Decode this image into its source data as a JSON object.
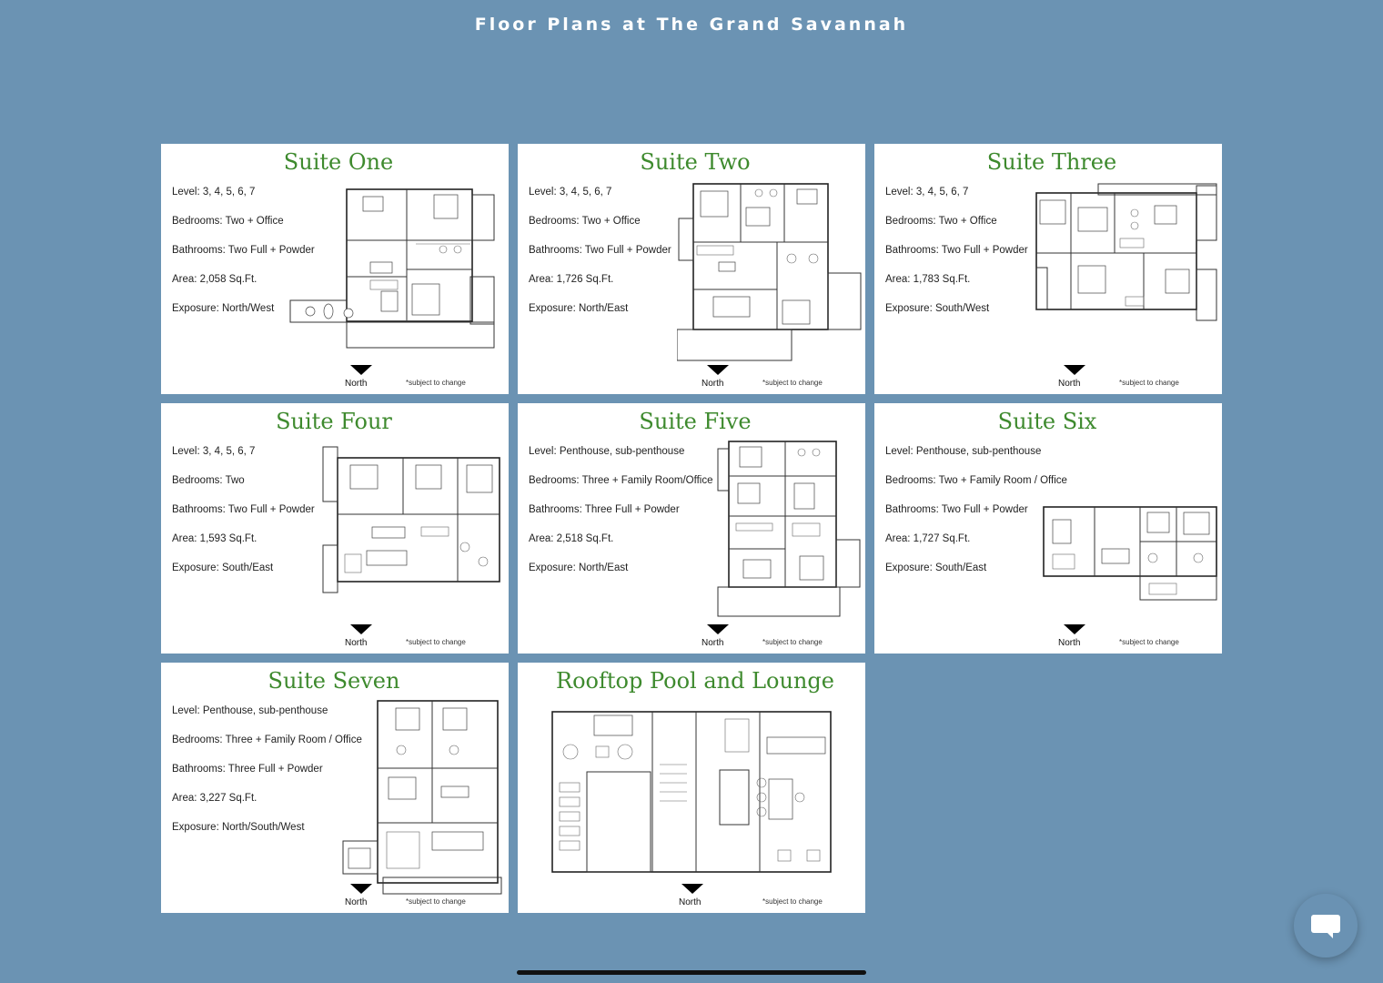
{
  "page": {
    "title": "Floor Plans at The Grand Savannah"
  },
  "colors": {
    "background": "#6b93b3",
    "card": "#ffffff",
    "suite_title": "#3e8a2e"
  },
  "suites": [
    {
      "title": "Suite One",
      "specs": [
        "Level: 3, 4, 5, 6, 7",
        "Bedrooms: Two + Office",
        "Bathrooms: Two Full + Powder",
        "Area: 2,058 Sq.Ft.",
        "Exposure: North/West"
      ],
      "north": "North",
      "note": "*subject to change"
    },
    {
      "title": "Suite Two",
      "specs": [
        "Level: 3, 4, 5, 6, 7",
        "Bedrooms: Two + Office",
        "Bathrooms: Two Full + Powder",
        "Area: 1,726 Sq.Ft.",
        "Exposure: North/East"
      ],
      "north": "North",
      "note": "*subject to change"
    },
    {
      "title": "Suite Three",
      "specs": [
        "Level: 3, 4, 5, 6, 7",
        "Bedrooms: Two + Office",
        "Bathrooms: Two Full + Powder",
        "Area: 1,783 Sq.Ft.",
        "Exposure: South/West"
      ],
      "north": "North",
      "note": "*subject to change"
    },
    {
      "title": "Suite Four",
      "specs": [
        "Level: 3, 4, 5, 6, 7",
        "Bedrooms: Two",
        "Bathrooms: Two Full + Powder",
        "Area: 1,593 Sq.Ft.",
        "Exposure: South/East"
      ],
      "north": "North",
      "note": "*subject to change"
    },
    {
      "title": "Suite Five",
      "specs": [
        "Level: Penthouse, sub-penthouse",
        "Bedrooms: Three + Family Room/Office",
        "Bathrooms: Three Full + Powder",
        "Area: 2,518 Sq.Ft.",
        "Exposure: North/East"
      ],
      "north": "North",
      "note": "*subject to change"
    },
    {
      "title": "Suite Six",
      "specs": [
        "Level: Penthouse, sub-penthouse",
        "Bedrooms: Two + Family Room / Office",
        "Bathrooms: Two Full + Powder",
        "Area: 1,727 Sq.Ft.",
        "Exposure: South/East"
      ],
      "north": "North",
      "note": "*subject to change"
    },
    {
      "title": "Suite Seven",
      "specs": [
        "Level: Penthouse, sub-penthouse",
        "Bedrooms: Three + Family Room / Office",
        "Bathrooms: Three Full + Powder",
        "Area: 3,227 Sq.Ft.",
        "Exposure: North/South/West"
      ],
      "north": "North",
      "note": "*subject to change"
    },
    {
      "title": "Rooftop Pool and Lounge",
      "specs": [],
      "north": "North",
      "note": "*subject to change"
    }
  ],
  "icons": {
    "chat": "chat-bubble-icon",
    "north": "north-arrow-icon"
  }
}
